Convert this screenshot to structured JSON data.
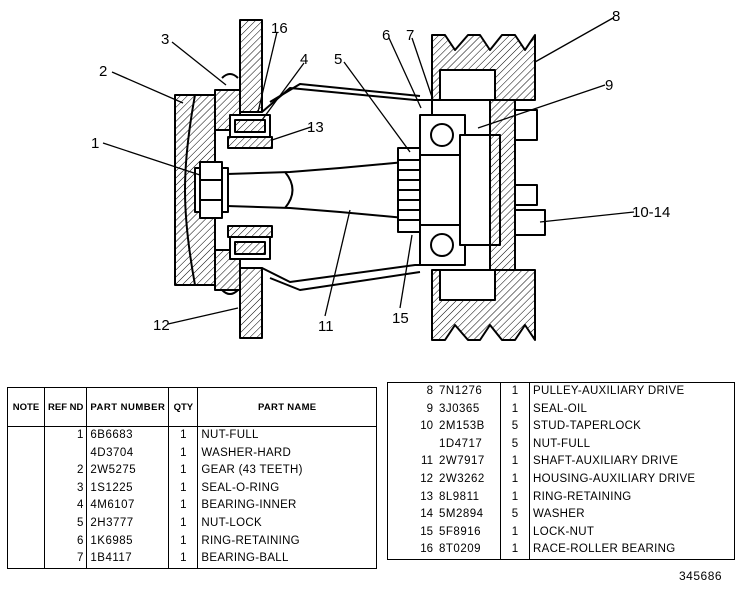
{
  "callouts": {
    "c1": "1",
    "c2": "2",
    "c3": "3",
    "c4": "4",
    "c5": "5",
    "c6": "6",
    "c7": "7",
    "c8": "8",
    "c9": "9",
    "c10": "10-14",
    "c11": "11",
    "c12": "12",
    "c13": "13",
    "c15": "15",
    "c16": "16"
  },
  "table_headers": {
    "note": "NOTE",
    "ref": "REF ND",
    "part_number": "PART NUMBER",
    "qty": "QTY",
    "part_name": "PART NAME"
  },
  "parts_left": [
    {
      "ref": "1",
      "part": "6B6683",
      "qty": "1",
      "name": "NUT-FULL"
    },
    {
      "ref": "",
      "part": "4D3704",
      "qty": "1",
      "name": "WASHER-HARD"
    },
    {
      "ref": "2",
      "part": "2W5275",
      "qty": "1",
      "name": "GEAR (43 TEETH)"
    },
    {
      "ref": "3",
      "part": "1S1225",
      "qty": "1",
      "name": "SEAL-O-RING"
    },
    {
      "ref": "4",
      "part": "4M6107",
      "qty": "1",
      "name": "BEARING-INNER"
    },
    {
      "ref": "5",
      "part": "2H3777",
      "qty": "1",
      "name": "NUT-LOCK"
    },
    {
      "ref": "6",
      "part": "1K6985",
      "qty": "1",
      "name": "RING-RETAINING"
    },
    {
      "ref": "7",
      "part": "1B4117",
      "qty": "1",
      "name": "BEARING-BALL"
    }
  ],
  "parts_right": [
    {
      "ref": "8",
      "part": "7N1276",
      "qty": "1",
      "name": "PULLEY-AUXILIARY DRIVE"
    },
    {
      "ref": "9",
      "part": "3J0365",
      "qty": "1",
      "name": "SEAL-OIL"
    },
    {
      "ref": "10",
      "part": "2M153B",
      "qty": "5",
      "name": "STUD-TAPERLOCK"
    },
    {
      "ref": "",
      "part": "1D4717",
      "qty": "5",
      "name": "NUT-FULL"
    },
    {
      "ref": "11",
      "part": "2W7917",
      "qty": "1",
      "name": "SHAFT-AUXILIARY DRIVE"
    },
    {
      "ref": "12",
      "part": "2W3262",
      "qty": "1",
      "name": "HOUSING-AUXILIARY DRIVE"
    },
    {
      "ref": "13",
      "part": "8L9811",
      "qty": "1",
      "name": "RING-RETAINING"
    },
    {
      "ref": "14",
      "part": "5M2894",
      "qty": "5",
      "name": "WASHER"
    },
    {
      "ref": "15",
      "part": "5F8916",
      "qty": "1",
      "name": "LOCK-NUT"
    },
    {
      "ref": "16",
      "part": "8T0209",
      "qty": "1",
      "name": "RACE-ROLLER BEARING"
    }
  ],
  "figure_number": "345686"
}
